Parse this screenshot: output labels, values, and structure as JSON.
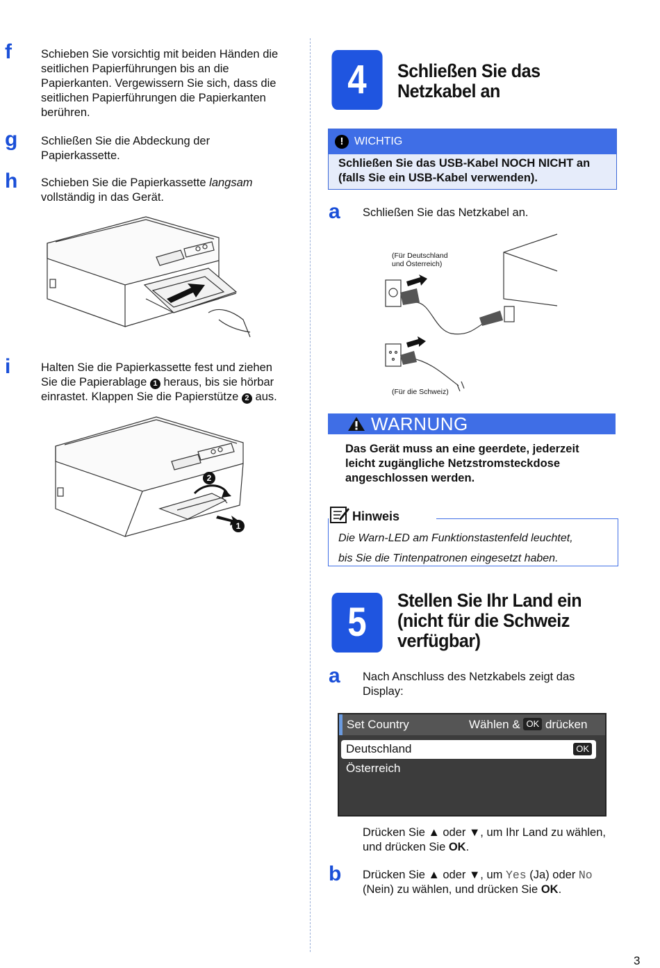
{
  "left": {
    "step_f": {
      "letter": "f",
      "text": "Schieben Sie vorsichtig mit beiden Händen die seitlichen Papierführungen bis an die Papierkanten. Vergewissern Sie sich, dass die seitlichen Papierführungen die Papierkanten berühren."
    },
    "step_g": {
      "letter": "g",
      "text": "Schließen Sie die Abdeckung der Papierkassette."
    },
    "step_h": {
      "letter": "h",
      "text_pre": "Schieben Sie die Papierkassette ",
      "text_em": "langsam",
      "text_post": " vollständig in das Gerät."
    },
    "step_i": {
      "letter": "i",
      "line1": "Halten Sie die Papierkassette fest und ziehen",
      "line2_pre": "Sie die Papierablage ",
      "marker1": "1",
      "line2_post": " heraus, bis sie hörbar",
      "line3_pre": "einrastet. Klappen Sie die Papierstütze ",
      "marker2": "2",
      "line3_post": " aus."
    },
    "figure_markers": {
      "m1": "1",
      "m2": "2"
    }
  },
  "section4": {
    "number": "4",
    "title_line1": "Schließen Sie das",
    "title_line2": "Netzkabel an",
    "important": {
      "label": "WICHTIG",
      "icon": "exclamation-icon",
      "text": "Schließen Sie das USB-Kabel NOCH NICHT an (falls Sie ein USB-Kabel verwenden)."
    },
    "step_a": {
      "letter": "a",
      "text": "Schließen Sie das Netzkabel an."
    },
    "figure": {
      "caption_de_1": "(Für Deutschland",
      "caption_de_2": "und Österreich)",
      "caption_ch": "(Für die Schweiz)"
    },
    "warning": {
      "title": "WARNUNG",
      "icon": "warning-triangle-icon",
      "text": "Das Gerät muss an eine geerdete, jederzeit leicht zugängliche Netzstromsteckdose angeschlossen werden."
    },
    "note": {
      "title": "Hinweis",
      "icon": "note-pencil-icon",
      "line1": "Die Warn-LED am Funktionstastenfeld leuchtet,",
      "line2": "bis Sie die Tintenpatronen eingesetzt haben."
    }
  },
  "section5": {
    "number": "5",
    "title_line1": "Stellen Sie Ihr Land ein",
    "title_line2": "(nicht für die Schweiz",
    "title_line3": "verfügbar)",
    "step_a": {
      "letter": "a",
      "text": "Nach Anschluss des Netzkabels zeigt das Display:"
    },
    "lcd": {
      "header_left": "Set Country",
      "header_right_pre": "Wählen & ",
      "header_ok": "OK",
      "header_right_post": " drücken",
      "option_selected": "Deutschland",
      "option_ok": "OK",
      "option_2": "Österreich"
    },
    "after_lcd": {
      "pre": "Drücken Sie ▲ oder ▼, um Ihr Land zu wählen, und drücken Sie ",
      "ok": "OK",
      "post": "."
    },
    "step_b": {
      "letter": "b",
      "pre": "Drücken Sie ▲ oder ▼, um ",
      "yes": "Yes",
      "mid": " (Ja) oder ",
      "no": "No",
      "post2": " (Nein) zu wählen, und drücken Sie ",
      "ok": "OK",
      "end": "."
    }
  },
  "page_number": "3"
}
